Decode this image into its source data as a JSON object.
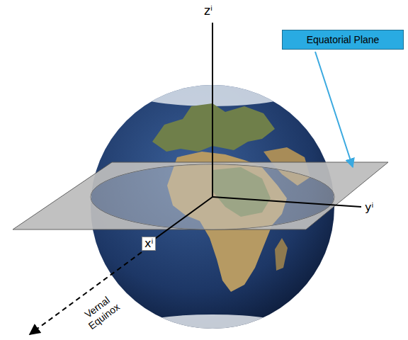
{
  "diagram": {
    "nodes": [
      {
        "text": [
          "Equatorial Plane"
        ]
      }
    ],
    "labels": [
      "zⁱ",
      "yⁱ",
      "xⁱ",
      "Vernal Equinox"
    ]
  }
}
